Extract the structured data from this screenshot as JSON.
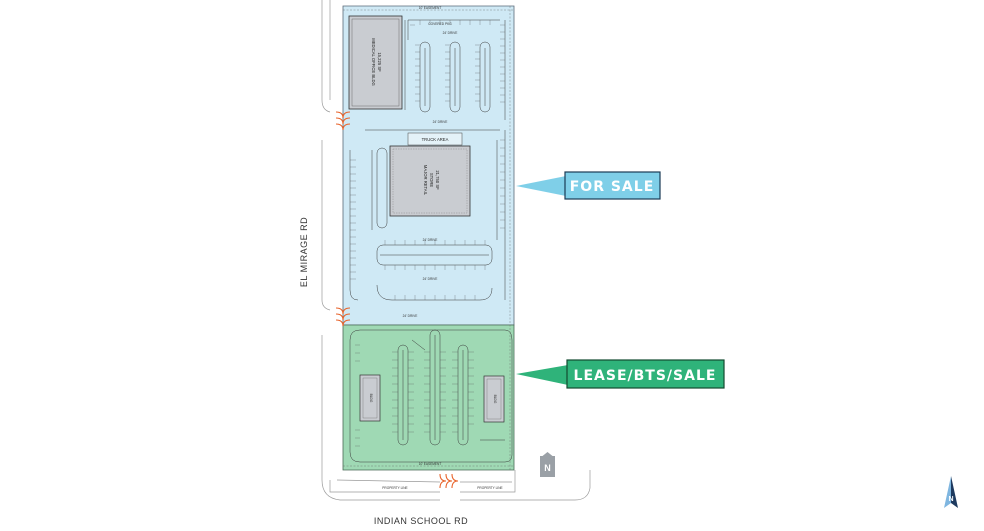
{
  "callouts": {
    "for_sale": {
      "label": "FOR SALE",
      "color": "#7fcfe8"
    },
    "lease": {
      "label": "LEASE/BTS/SALE",
      "color": "#2fb37a"
    }
  },
  "roads": {
    "west": "EL MIRAGE RD",
    "south": "INDIAN SCHOOL RD"
  },
  "labels": {
    "easement_top": "10' EASEMENT",
    "covered_pkg": "COVERED PKG",
    "drive_24": "24' DRIVE",
    "truck_area": "TRUCK AREA",
    "medical_office": "MEDICAL OFFICE BLDG",
    "medical_sf": "15,225 SF",
    "major_retail": "MAJOR RETAIL",
    "major_store": "STORE",
    "major_sf": "21,750 SF",
    "easement_bottom": "10' EASEMENT",
    "property_line": "PROPERTY LINE",
    "retail_bldg": "BLDG",
    "north": "N"
  },
  "icons": {
    "north_arrow": "north-arrow-icon",
    "north_badge": "north-badge-icon"
  },
  "colors": {
    "blue_parcel": "#cfe9f5",
    "green_parcel": "#9fd9b4",
    "building": "#c9ccd1",
    "access": "#e8642c"
  }
}
